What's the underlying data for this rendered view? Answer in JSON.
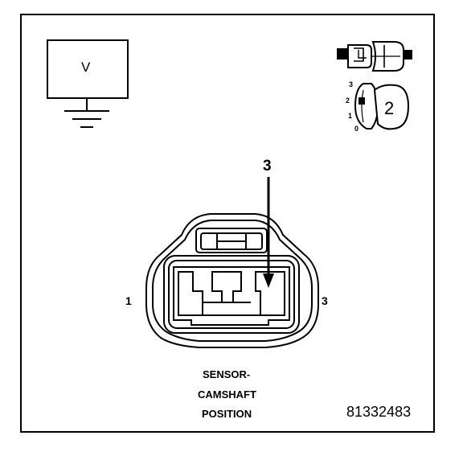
{
  "meter": {
    "label": "V"
  },
  "position_indicator": {
    "labels": [
      "3",
      "2",
      "1",
      "0"
    ],
    "selected": "2"
  },
  "connector": {
    "pin_arrow_label": "3",
    "left_pin_label": "1",
    "right_pin_label": "3"
  },
  "caption": {
    "line1": "SENSOR-",
    "line2": "CAMSHAFT",
    "line3": "POSITION"
  },
  "figure_number": "81332483"
}
